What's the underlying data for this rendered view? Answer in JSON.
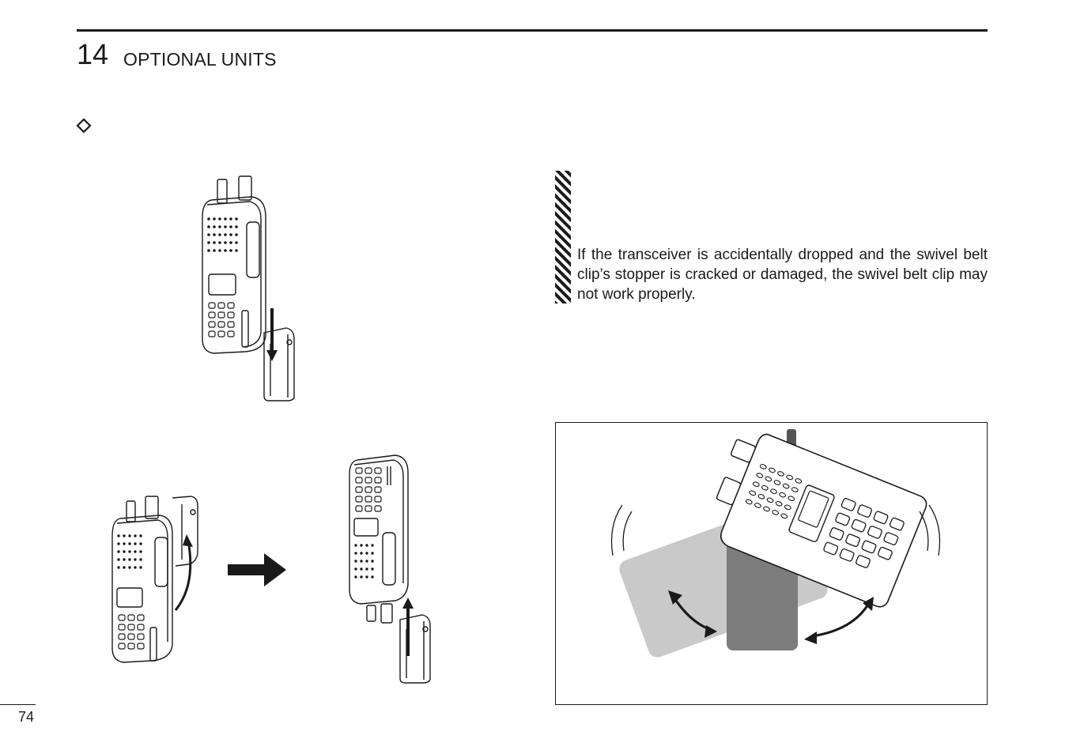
{
  "header": {
    "chapter_number": "14",
    "chapter_title": "OPTIONAL UNITS"
  },
  "caution": {
    "text": "If the transceiver is accidentally dropped and the swivel belt clip’s stopper is cracked or damaged, the swivel belt clip may not work properly."
  },
  "footer": {
    "page_number": "74"
  },
  "icons": {
    "section_marker": "diamond-icon",
    "caution_marker": "hatched-caution-bar",
    "step_arrow": "right-arrow-icon"
  },
  "colors": {
    "ink": "#1a1a1a",
    "swivel_light_gray": "#c9c9c9",
    "swivel_dark_gray": "#7c7c7c"
  }
}
